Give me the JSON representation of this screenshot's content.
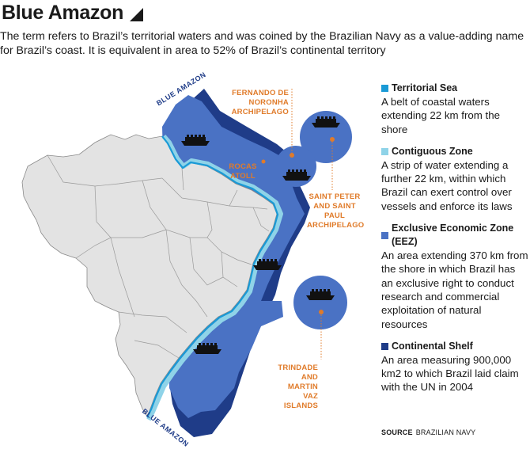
{
  "header": {
    "title": "Blue Amazon",
    "subtitle": "The term refers to Brazil’s territorial waters and was coined by the Brazilian Navy as a value-adding name for Brazil’s coast. It is equivalent in area to 52% of Brazil’s continental territory"
  },
  "map_labels": {
    "blue_amazon_top": "BLUE AMAZON",
    "blue_amazon_bottom": "BLUE AMAZON",
    "fernando": [
      "FERNANDO DE",
      "NORONHA",
      "ARCHIPELAGO"
    ],
    "rocas": [
      "ROCAS",
      "ATOLL"
    ],
    "saint_peter": [
      "SAINT PETER",
      "AND SAINT",
      "PAUL",
      "ARCHIPELAGO"
    ],
    "trindade": [
      "TRINDADE",
      "AND MARTIN",
      "VAZ ISLANDS"
    ]
  },
  "icons": {
    "ship": "ship-icon",
    "marker": "location-dot-icon"
  },
  "legend": [
    {
      "label": "Territorial Sea",
      "color": "#1a9ad6",
      "desc": "A belt of coastal waters extending 22 km from the shore"
    },
    {
      "label": "Contiguous Zone",
      "color": "#8fd3e8",
      "desc": "A strip of water extending a further 22 km, within which Brazil can exert control over vessels and enforce its laws"
    },
    {
      "label": "Exclusive Economic Zone (EEZ)",
      "color": "#4a72c4",
      "desc": "An area extending 370 km from the shore in which Brazil has an exclusive right to conduct research and commercial exploitation of natural resources"
    },
    {
      "label": "Continental Shelf",
      "color": "#1f3c88",
      "desc": "An area measuring 900,000 km2 to which Brazil laid claim with the UN in 2004"
    }
  ],
  "source": {
    "label": "SOURCE",
    "text": "BRAZILIAN NAVY"
  },
  "colors": {
    "land": "#e3e3e3",
    "border": "#8a8a8a",
    "shelf": "#1f3c88",
    "eez": "#4a72c4",
    "contiguous": "#8fd3e8",
    "territorial": "#1a9ad6",
    "accent": "#e07b2a"
  }
}
